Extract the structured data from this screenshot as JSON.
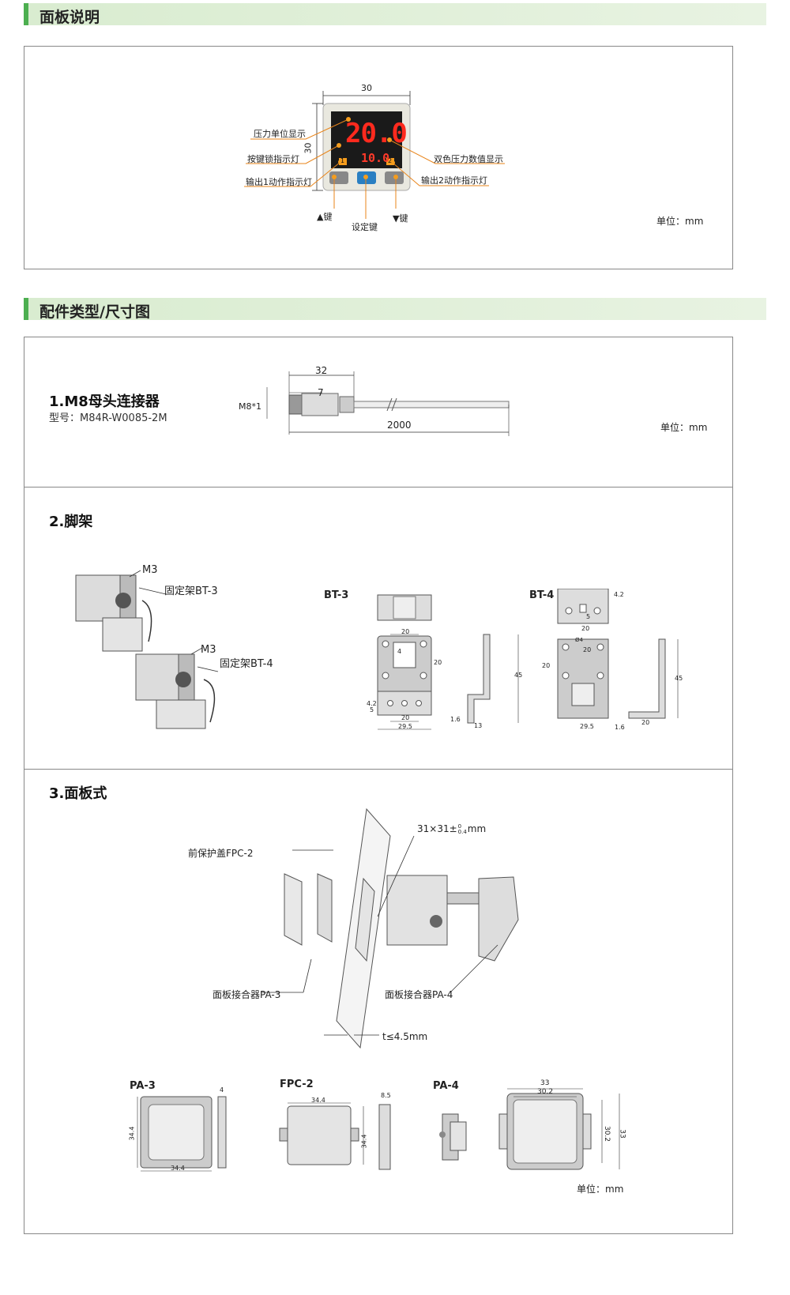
{
  "sections": {
    "panel": {
      "title": "面板说明"
    },
    "accessories": {
      "title": "配件类型/尺寸图"
    }
  },
  "panel_diagram": {
    "dim_width": "30",
    "dim_height": "30",
    "display_main": "20.0",
    "display_sub": "10.0",
    "led_1": "1",
    "led_2": "2",
    "labels": {
      "pressure_unit": "压力单位显示",
      "key_lock": "按键锁指示灯",
      "output1": "输出1动作指示灯",
      "dual_color": "双色压力数值显示",
      "output2": "输出2动作指示灯",
      "up_key": "▲键",
      "set_key": "设定键",
      "down_key": "▼键"
    },
    "unit": "单位：mm"
  },
  "connector": {
    "title": "1.M8母头连接器",
    "model": "型号：M84R-W0085-2M",
    "dim_32": "32",
    "dim_7": "7",
    "dim_m8": "M8*1",
    "dim_2000": "2000",
    "unit": "单位：mm"
  },
  "bracket": {
    "title": "2.脚架",
    "m3_a": "M3",
    "bt3_label": "固定架BT-3",
    "m3_b": "M3",
    "bt4_label": "固定架BT-4",
    "bt3_name": "BT-3",
    "bt4_name": "BT-4",
    "dims": {
      "d20a": "20",
      "d20b": "20",
      "d20c": "20",
      "d295": "29.5",
      "d42": "4.2",
      "d5": "5",
      "d45": "45",
      "d16": "1.6",
      "d13": "13",
      "d4": "4",
      "e42": "4.2",
      "e5": "5",
      "e20a": "20",
      "e20b": "20",
      "e20c": "20",
      "e04": "Ø4",
      "e45": "45",
      "e295": "29.5",
      "e16": "1.6",
      "e20d": "20"
    }
  },
  "panel_mount": {
    "title": "3.面板式",
    "cutout": "31×31±",
    "tol_top": "0",
    "tol_bot": "0.4",
    "cutout_unit": "mm",
    "fpc2_label": "前保护盖FPC-2",
    "pa3_label": "面板接合器PA-3",
    "pa4_label": "面板接合器PA-4",
    "thickness": "t≤4.5mm",
    "pa3_name": "PA-3",
    "fpc2_name": "FPC-2",
    "pa4_name": "PA-4",
    "dims": {
      "pa3_4": "4",
      "pa3_344a": "34.4",
      "pa3_344b": "34.4",
      "fpc_344a": "34.4",
      "fpc_85": "8.5",
      "fpc_344b": "34.4",
      "pa4_33a": "33",
      "pa4_302a": "30.2",
      "pa4_302b": "30.2",
      "pa4_33b": "33"
    },
    "unit": "单位：mm"
  }
}
